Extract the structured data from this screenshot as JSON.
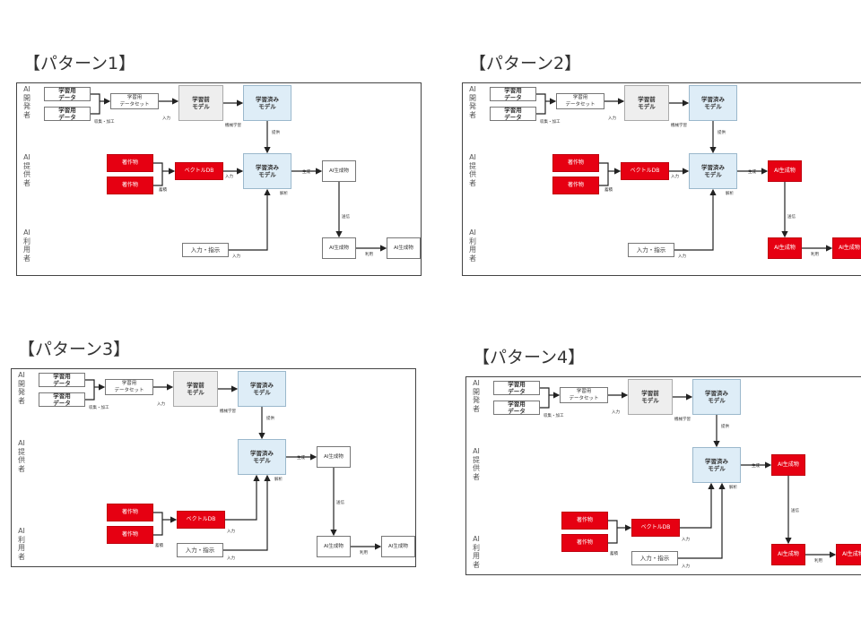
{
  "patterns": [
    {
      "title": "【パターン1】",
      "roles": {
        "developer": "AI開発者",
        "provider": "AI提供者",
        "user": "AI利用者"
      },
      "boxes": {
        "training_data_1": "学習用\nデータ",
        "training_data_2": "学習用\nデータ",
        "dataset": "学習用\nデータセット",
        "pre_model": "学習前\nモデル",
        "trained_model_dev": "学習済み\nモデル",
        "work_1": "著作物",
        "work_2": "著作物",
        "vector_db": "ベクトルDB",
        "trained_model_prov": "学習済み\nモデル",
        "ai_output_prov": "AI生成物",
        "instruction": "入力・指示",
        "ai_output_user": "AI生成物",
        "ai_output_final": "AI生成物"
      },
      "labels": {
        "collect": "収集・加工",
        "input_dev": "入力",
        "machine_learning": "機械学習",
        "provide": "提供",
        "store": "蓄積",
        "input_vdb": "入力",
        "generate": "生成",
        "analyze": "解析",
        "send": "送信",
        "input_user": "入力",
        "use": "利用"
      },
      "red": [
        "work_1",
        "work_2",
        "vector_db"
      ]
    },
    {
      "title": "【パターン2】",
      "roles": {
        "developer": "AI開発者",
        "provider": "AI提供者",
        "user": "AI利用者"
      },
      "boxes": {
        "training_data_1": "学習用\nデータ",
        "training_data_2": "学習用\nデータ",
        "dataset": "学習用\nデータセット",
        "pre_model": "学習前\nモデル",
        "trained_model_dev": "学習済み\nモデル",
        "work_1": "著作物",
        "work_2": "著作物",
        "vector_db": "ベクトルDB",
        "trained_model_prov": "学習済み\nモデル",
        "ai_output_prov": "AI生成物",
        "instruction": "入力・指示",
        "ai_output_user": "AI生成物",
        "ai_output_final": "AI生成物"
      },
      "labels": {
        "collect": "収集・加工",
        "input_dev": "入力",
        "machine_learning": "機械学習",
        "provide": "提供",
        "store": "蓄積",
        "input_vdb": "入力",
        "generate": "生成",
        "analyze": "解析",
        "send": "送信",
        "input_user": "入力",
        "use": "利用"
      },
      "red": [
        "work_1",
        "work_2",
        "vector_db",
        "ai_output_prov",
        "ai_output_user",
        "ai_output_final"
      ]
    },
    {
      "title": "【パターン3】",
      "roles": {
        "developer": "AI開発者",
        "provider": "AI提供者",
        "user": "AI利用者"
      },
      "boxes": {
        "training_data_1": "学習用\nデータ",
        "training_data_2": "学習用\nデータ",
        "dataset": "学習用\nデータセット",
        "pre_model": "学習前\nモデル",
        "trained_model_dev": "学習済み\nモデル",
        "work_1": "著作物",
        "work_2": "著作物",
        "vector_db": "ベクトルDB",
        "trained_model_prov": "学習済み\nモデル",
        "ai_output_prov": "AI生成物",
        "instruction": "入力・指示",
        "ai_output_user": "AI生成物",
        "ai_output_final": "AI生成物"
      },
      "labels": {
        "collect": "収集・加工",
        "input_dev": "入力",
        "machine_learning": "機械学習",
        "provide": "提供",
        "store": "蓄積",
        "input_vdb": "入力",
        "generate": "生成",
        "analyze": "解析",
        "send": "送信",
        "input_user": "入力",
        "use": "利用"
      },
      "red": [
        "work_1",
        "work_2",
        "vector_db"
      ]
    },
    {
      "title": "【パターン4】",
      "roles": {
        "developer": "AI開発者",
        "provider": "AI提供者",
        "user": "AI利用者"
      },
      "boxes": {
        "training_data_1": "学習用\nデータ",
        "training_data_2": "学習用\nデータ",
        "dataset": "学習用\nデータセット",
        "pre_model": "学習前\nモデル",
        "trained_model_dev": "学習済み\nモデル",
        "work_1": "著作物",
        "work_2": "著作物",
        "vector_db": "ベクトルDB",
        "trained_model_prov": "学習済み\nモデル",
        "ai_output_prov": "AI生成物",
        "instruction": "入力・指示",
        "ai_output_user": "AI生成物",
        "ai_output_final": "AI生成物"
      },
      "labels": {
        "collect": "収集・加工",
        "input_dev": "入力",
        "machine_learning": "機械学習",
        "provide": "提供",
        "store": "蓄積",
        "input_vdb": "入力",
        "generate": "生成",
        "analyze": "解析",
        "send": "送信",
        "input_user": "入力",
        "use": "利用"
      },
      "red": [
        "work_1",
        "work_2",
        "vector_db",
        "ai_output_prov",
        "ai_output_user",
        "ai_output_final"
      ]
    }
  ]
}
